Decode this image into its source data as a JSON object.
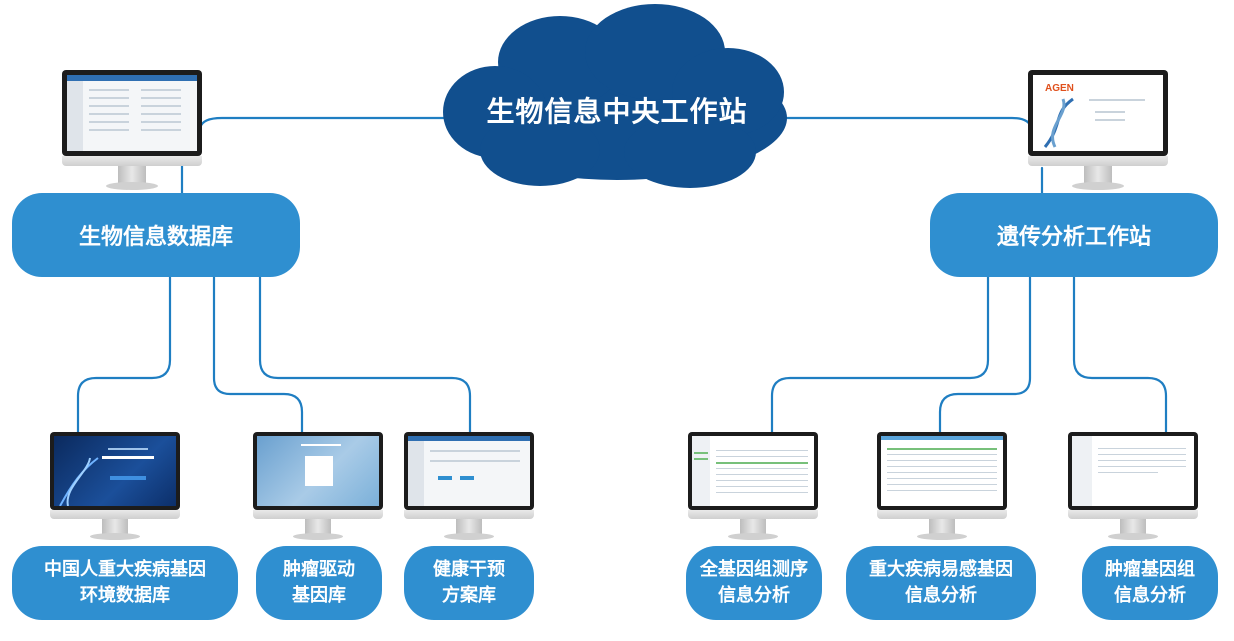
{
  "cloud": {
    "label": "生物信息中央工作站"
  },
  "left_hub": {
    "label": "生物信息数据库"
  },
  "right_hub": {
    "label": "遗传分析工作站"
  },
  "left_leaves": [
    {
      "line1": "中国人重大疾病基因",
      "line2": "环境数据库"
    },
    {
      "line1": "肿瘤驱动",
      "line2": "基因库"
    },
    {
      "line1": "健康干预",
      "line2": "方案库"
    }
  ],
  "right_leaves": [
    {
      "line1": "全基因组测序",
      "line2": "信息分析"
    },
    {
      "line1": "重大疾病易感基因",
      "line2": "信息分析"
    },
    {
      "line1": "肿瘤基因组",
      "line2": "信息分析"
    }
  ],
  "right_hub_screen": {
    "logo": "AGEN"
  },
  "colors": {
    "connector": "#1f7ec2",
    "pill": "#2f8fd0",
    "cloud": "#114f8e"
  }
}
